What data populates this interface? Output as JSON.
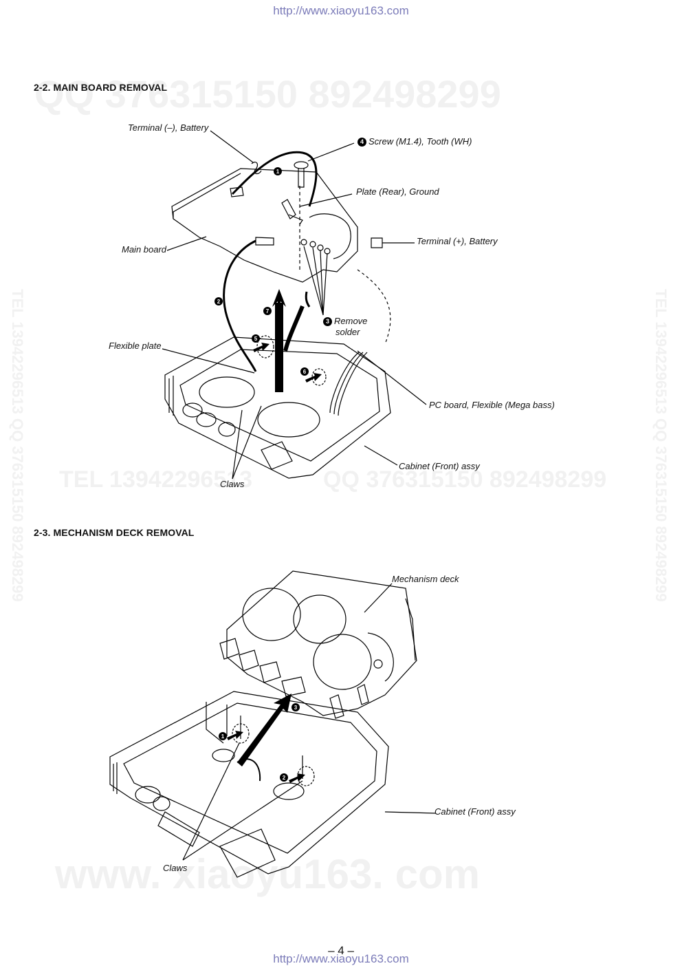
{
  "header_url": "http://www.xiaoyu163.com",
  "footer_url": "http://www.xiaoyu163.com",
  "page_number": "– 4 –",
  "watermarks": {
    "qq_top": "QQ 376315150   892498299",
    "tel_mid": "TEL  13942296513",
    "qq_mid": "QQ  376315150  892498299",
    "web_bottom": "www. xiaoyu163. com",
    "vertical_left": "TEL 13942296513  QQ 376315150  892498299",
    "vertical_right": "TEL 13942296513  QQ 376315150  892498299"
  },
  "section_2_2": {
    "title": "2-2. MAIN BOARD REMOVAL",
    "labels": {
      "terminal_minus": "Terminal (–), Battery",
      "screw": "Screw (M1.4), Tooth (WH)",
      "screw_step": "4",
      "plate_rear": "Plate (Rear), Ground",
      "terminal_plus": "Terminal (+), Battery",
      "main_board": "Main board",
      "remove": "Remove",
      "solder": "solder",
      "remove_step": "3",
      "flexible_plate": "Flexible plate",
      "pc_board": "PC board, Flexible (Mega bass)",
      "cabinet": "Cabinet (Front) assy",
      "claws": "Claws"
    },
    "steps": [
      "1",
      "2",
      "5",
      "6",
      "7"
    ]
  },
  "section_2_3": {
    "title": "2-3. MECHANISM DECK REMOVAL",
    "labels": {
      "mechanism_deck": "Mechanism deck",
      "cabinet": "Cabinet (Front) assy",
      "claws": "Claws"
    },
    "steps": [
      "1",
      "2",
      "3"
    ]
  }
}
